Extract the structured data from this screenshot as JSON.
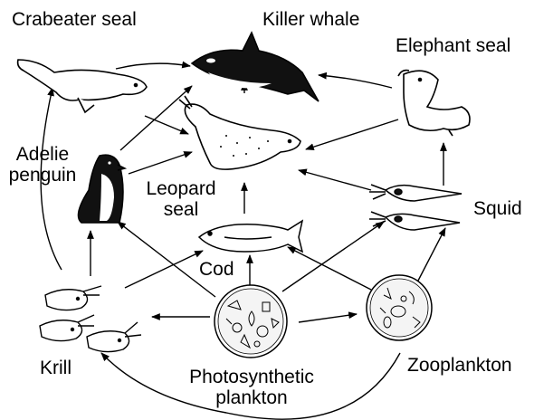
{
  "labels": {
    "crabeater_seal": "Crabeater seal",
    "killer_whale": "Killer whale",
    "elephant_seal": "Elephant seal",
    "adelie_penguin_1": "Adelie",
    "adelie_penguin_2": "penguin",
    "leopard_seal_1": "Leopard",
    "leopard_seal_2": "seal",
    "squid": "Squid",
    "cod": "Cod",
    "krill": "Krill",
    "photosynthetic_plankton_1": "Photosynthetic",
    "photosynthetic_plankton_2": "plankton",
    "zooplankton": "Zooplankton"
  },
  "icons": [
    "killer-whale",
    "crabeater-seal",
    "elephant-seal",
    "leopard-seal",
    "adelie-penguin",
    "squid",
    "cod",
    "krill",
    "photosynthetic-plankton",
    "zooplankton"
  ]
}
